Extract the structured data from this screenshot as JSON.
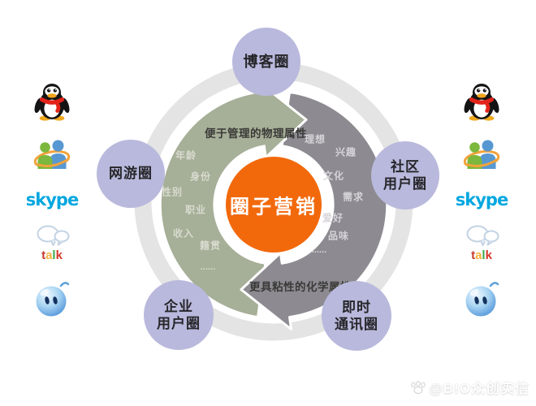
{
  "colors": {
    "satellite_lavender": "#b9b9dd",
    "outer_ring_gray": "#e4e4e4",
    "physical_arrow_green": "#a6af97",
    "chemical_arrow_gray": "#8d8b91",
    "center_orange": "#f2690c",
    "caption_dark": "#3a3a38",
    "label_on_green": "#d8dbd0",
    "label_on_gray": "#d6d3d9",
    "skype_blue": "#00a7e0",
    "qq_scarf_red": "#e3231a",
    "msn_green": "#7cb83d",
    "msn_blue": "#5898d2",
    "swoosh_orange": "#f1a33c"
  },
  "center_label": "圈子营销",
  "cycle": {
    "physical_caption": "便于管理的物理属性",
    "chemical_caption": "更具粘性的化学属性"
  },
  "labels": {
    "physical": [
      "年龄",
      "身份",
      "性别",
      "职业",
      "收入",
      "籍贯",
      "......"
    ],
    "chemical": [
      "理想",
      "兴趣",
      "文化",
      "需求",
      "爱好",
      "品味",
      "......"
    ]
  },
  "satellites": {
    "blog": "博客圈",
    "game": "网游圈",
    "community": "社区\n用户圈",
    "enterprise": "企业\n用户圈",
    "im": "即时\n通讯圈"
  },
  "icons": {
    "qq": "qq-penguin-icon",
    "msn": "msn-messenger-icon",
    "skype": "skype-wordmark-icon",
    "gtalk": "google-talk-icon",
    "popo": "popo-blob-icon",
    "paw": "paw-print-icon"
  },
  "brands": {
    "skype": "skype",
    "talk_letters": [
      "t",
      "a",
      "l",
      "k"
    ]
  },
  "watermark": {
    "text": "@B!O众创实信"
  }
}
